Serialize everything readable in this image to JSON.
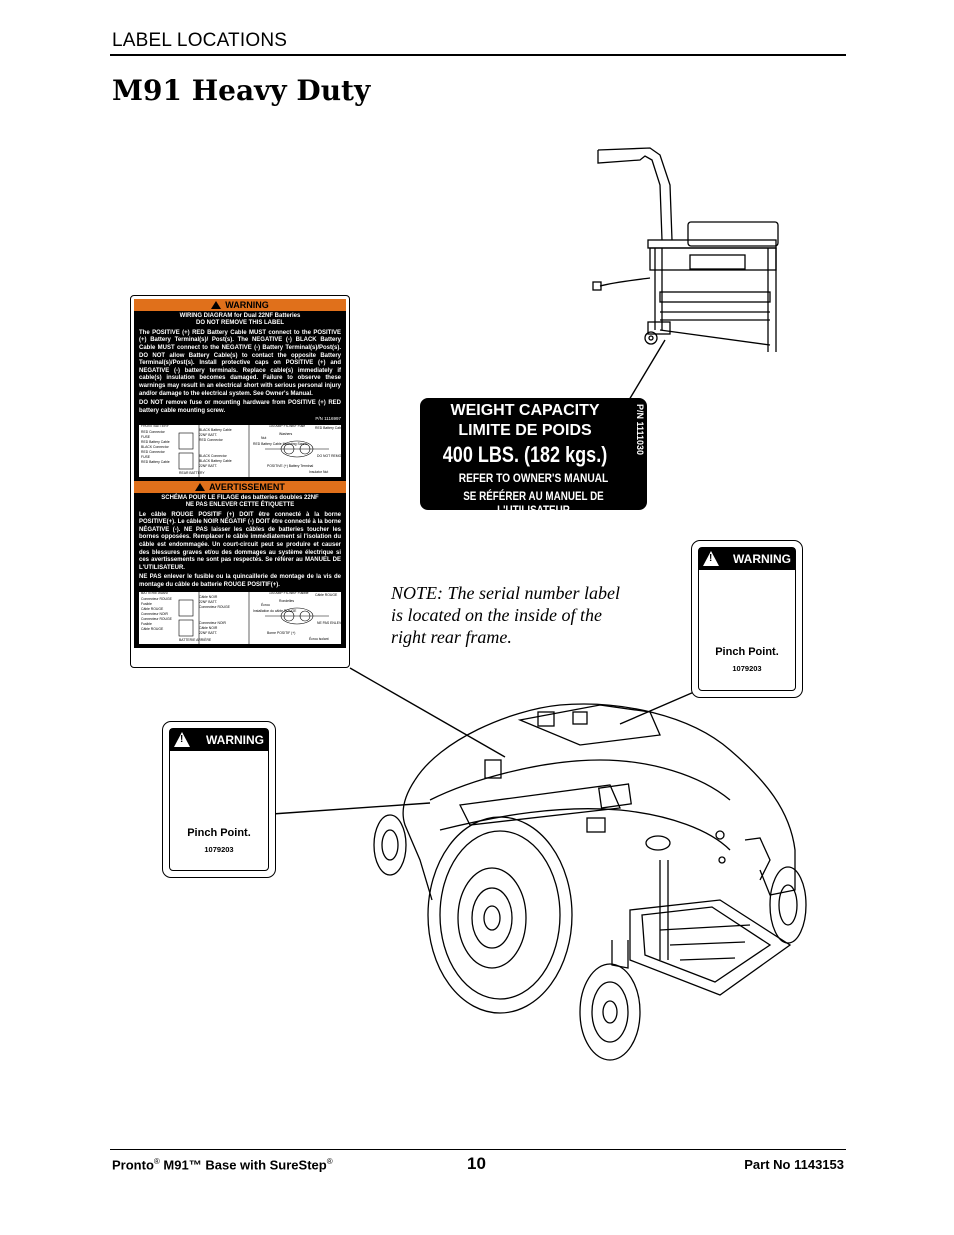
{
  "header": {
    "section": "LABEL LOCATIONS",
    "title": "M91 Heavy Duty"
  },
  "note": "NOTE: The serial number label is located on the inside of the right rear frame.",
  "wiring_label": {
    "warning": "WARNING",
    "subtitle": "WIRING DIAGRAM for Dual 22NF Batteries",
    "do_not_remove": "DO NOT REMOVE THIS LABEL",
    "body": "The POSITIVE (+) RED Battery Cable MUST connect to the POSITIVE (+) Battery Terminal(s)/ Post(s). The NEGATIVE (-) BLACK Battery Cable MUST connect to the NEGATIVE (-) Battery Terminal(s)/Post(s). DO NOT allow Battery Cable(s) to contact the opposite Battery Terminal(s)/Post(s). Install protective caps on POSITIVE (+) and NEGATIVE (-) battery terminals. Replace cable(s) immediately if cable(s) insulation becomes damaged. Failure to observe these warnings may result in an electrical short with serious personal injury and/or damage to the electrical system. See Owner's Manual.",
    "body2": "DO NOT remove fuse or mounting hardware from POSITIVE (+) RED battery cable mounting screw.",
    "pn": "P/N 1116997",
    "diagram_labels_en": [
      "FRONT BATTERY",
      "RED Connector",
      "FUSE",
      "RED Battery Cable",
      "BLACK Connector",
      "RED Connector",
      "FUSE",
      "RED Battery Cable",
      "REAR BATTERY",
      "BLACK Battery Cable",
      "22NF BATT.",
      "RED Connector",
      "BLACK Connector",
      "BLACK Battery Cable",
      "22NF BATT.",
      "100 AMP FS-WBF Fuse",
      "RED Battery Cable",
      "Washers",
      "Nut",
      "RED Battery Cable Mounting Screw",
      "POSITIVE (+) Battery Terminal",
      "DO NOT REMOVE",
      "Insulator Nut"
    ],
    "avertissement": "AVERTISSEMENT",
    "subtitle_fr": "SCHÉMA POUR LE FILAGE des batteries doubles 22NF",
    "do_not_remove_fr": "NE PAS ENLEVER CETTE ÉTIQUETTE",
    "body_fr": "Le câble ROUGE POSITIF (+) DOIT être connecté à la borne POSITIVE(+). Le câble NOIR NÉGATIF (-) DOIT être connecté à la borne NÉGATIVE (-). NE PAS laisser les câbles de batteries toucher les bornes opposées. Remplacer le câble immédiatement si l'isolation du câble est endommagée. Un court-circuit peut se produire et causer des blessures graves et/ou des dommages au système électrique si ces avertissements ne sont pas respectés. Se référer au MANUEL DE L'UTILISATEUR.",
    "body2_fr": "NE PAS enlever le fusible ou la quincaillerie de montage de la vis de montage du câble de batterie ROUGE POSITIF(+).",
    "diagram_labels_fr": [
      "BATTERIE AVANT",
      "Connecteur ROUGE",
      "Fusible",
      "Câble ROUGE",
      "Connecteur NOIR",
      "Connecteur ROUGE",
      "Fusible",
      "Câble ROUGE",
      "BATTERIE ARRIÈRE",
      "Câble NOIR",
      "22NF BATT.",
      "Connecteur ROUGE",
      "Connecteur NOIR",
      "Câble NOIR",
      "22NF BATT.",
      "100 AMP FS-WBF Fusible",
      "Câble ROUGE",
      "Rondelles",
      "Écrou",
      "Installation du câble ROUGE",
      "Borne POSITIF (+)",
      "NE PAS ENLEVER",
      "Écrou isolant"
    ]
  },
  "weight_label": {
    "line1": "WEIGHT CAPACITY",
    "line2": "LIMITE DE POIDS",
    "capacity": "400 LBS. (182 kgs.)",
    "line4": "REFER TO OWNER'S MANUAL",
    "line5": "SE RÉFÉRER AU MANUEL DE L'UTILISATEUR",
    "pn": "P/N 1111030"
  },
  "pinch_labels": [
    {
      "warning": "WARNING",
      "text": "Pinch Point.",
      "pn": "1079203"
    },
    {
      "warning": "WARNING",
      "text": "Pinch Point.",
      "pn": "1079203"
    }
  ],
  "footer": {
    "product": "Pronto",
    "reg": "®",
    "model": "M91",
    "tm": "™",
    "desc": "Base with SureStep",
    "reg2": "®",
    "page": "10",
    "part": "Part No 1143153"
  }
}
